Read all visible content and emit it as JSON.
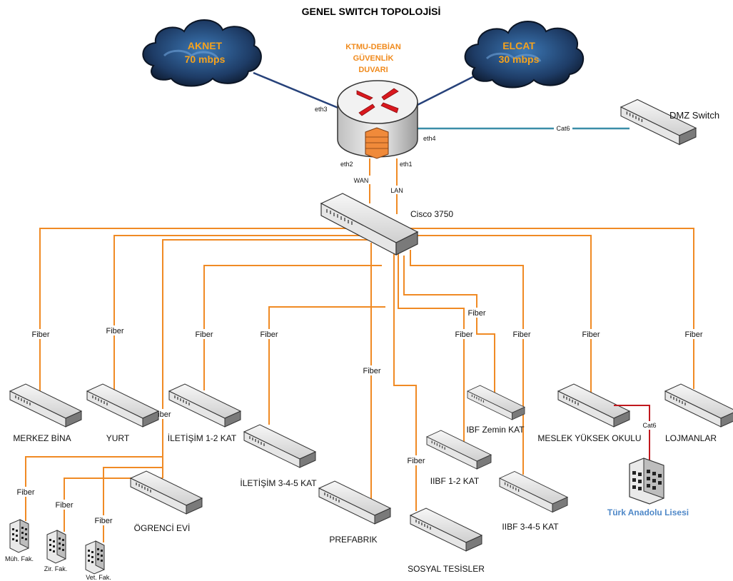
{
  "title": "GENEL SWITCH TOPOLOJİSİ",
  "clouds": [
    {
      "name": "AKNET",
      "speed": "70 mbps"
    },
    {
      "name": "ELCAT",
      "speed": "30 mbps"
    }
  ],
  "firewall": {
    "line1": "KTMU-DEBİAN",
    "line2": "GÜVENLİK",
    "line3": "DUVARI"
  },
  "ports": {
    "eth3": "eth3",
    "eth4": "eth4",
    "eth2": "eth2",
    "eth1": "eth1",
    "wan": "WAN",
    "lan": "LAN",
    "cat6": "Cat6"
  },
  "core_switch": "Cisco 3750",
  "dmz_switch": "DMZ Switch",
  "link_label": "Fiber",
  "switches": {
    "merkez": "MERKEZ BİNA",
    "yurt": "YURT",
    "iletisim12": "İLETİŞİM 1-2 KAT",
    "iletisim345": "İLETİŞİM 3-4-5 KAT",
    "prefabrik": "PREFABRIK",
    "sosyal": "SOSYAL TESİSLER",
    "ibfzemin": "IBF Zemin KAT",
    "iibf12": "IIBF 1-2 KAT",
    "iibf345": "IIBF 3-4-5 KAT",
    "myo": "MESLEK YÜKSEK OKULU",
    "lojman": "LOJMANLAR",
    "ogrenci": "ÖGRENCİ EVİ"
  },
  "buildings": {
    "muh": "Müh. Fak.",
    "zir": "Zir. Fak.",
    "vet": "Vet. Fak.",
    "lise": "Türk Anadolu Lisesi"
  },
  "colors": {
    "fiber": "#f08a24",
    "wan_link": "#27427a",
    "cat6_dmz": "#3a8ea8",
    "cat6_red": "#c0181e",
    "cloud": "#1f3f6b",
    "school": "#4f88c8"
  }
}
